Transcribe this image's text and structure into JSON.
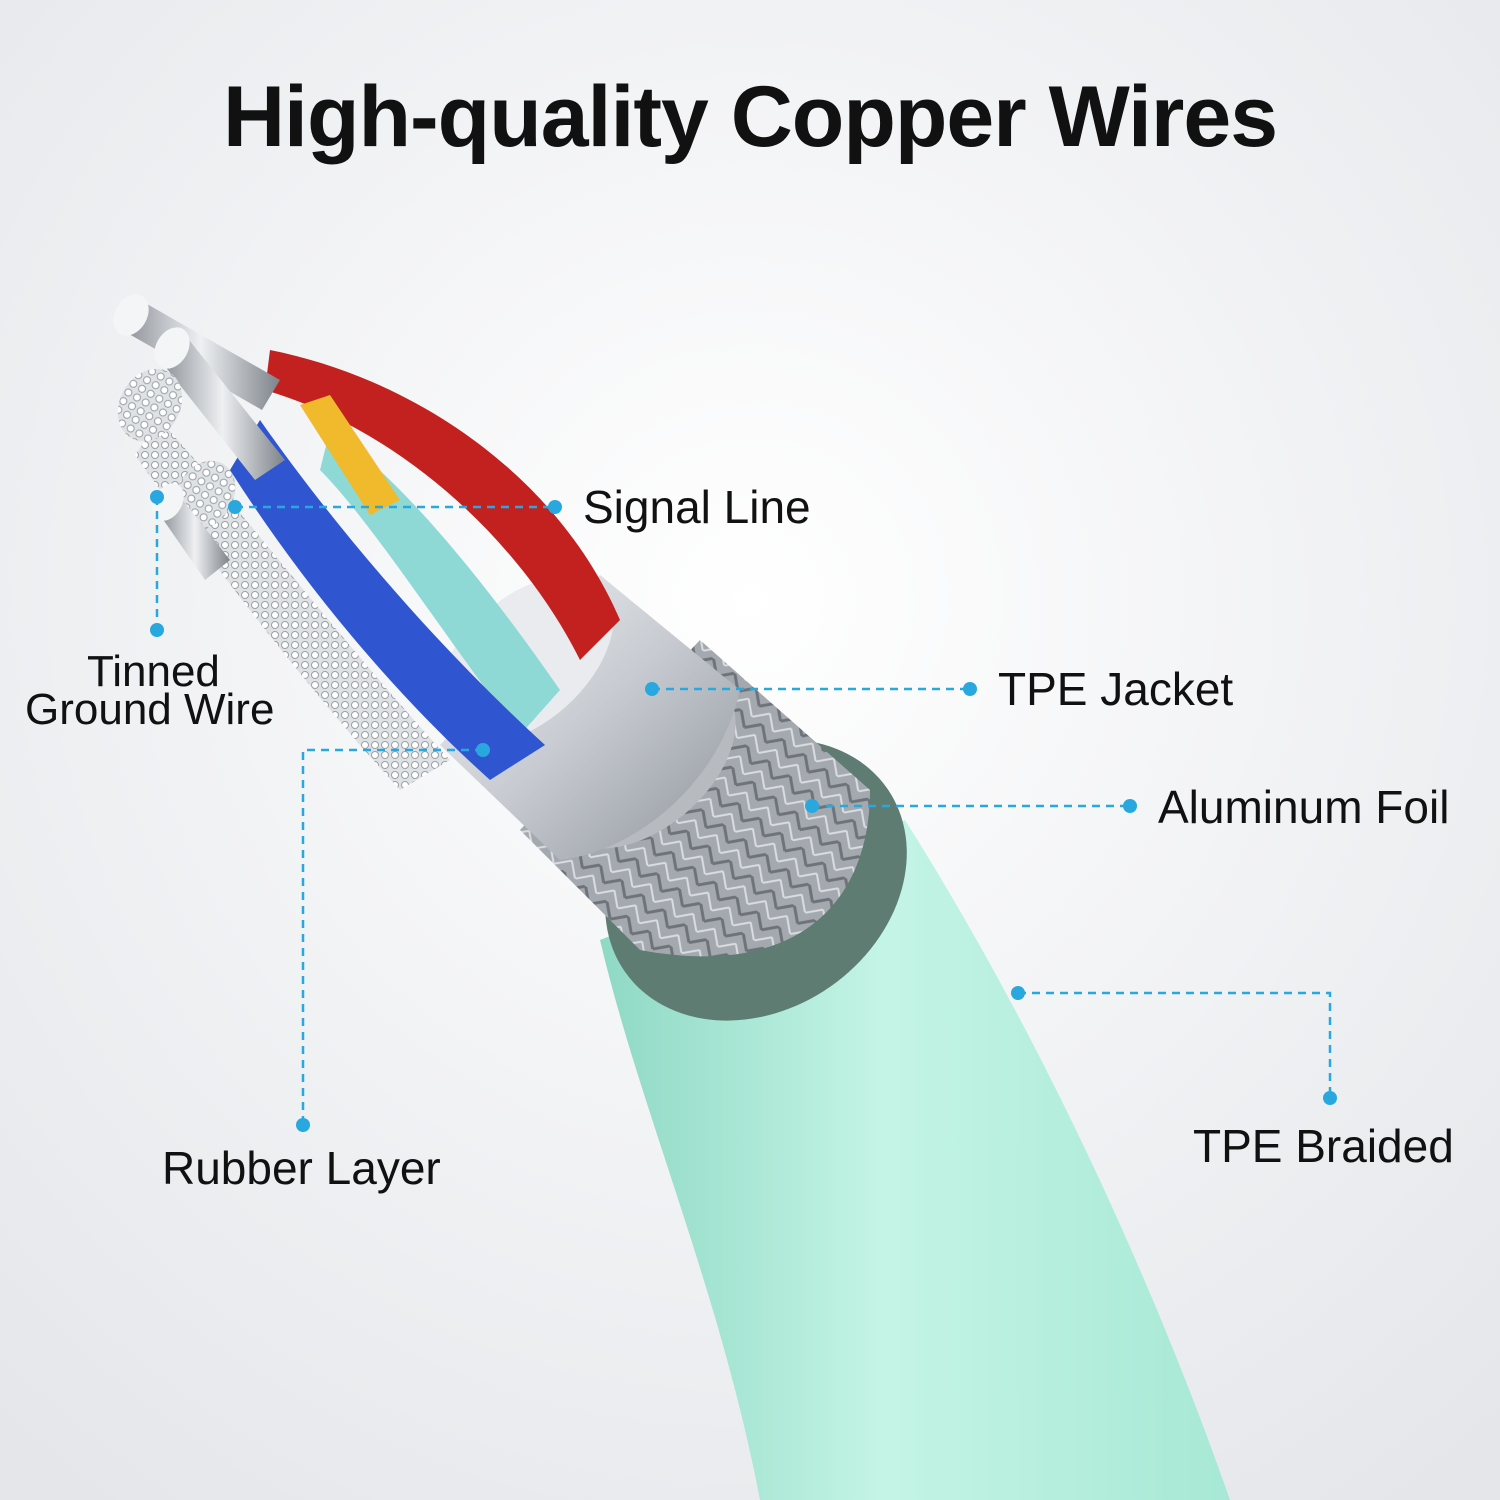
{
  "title": "High-quality Copper Wires",
  "colors": {
    "leader": "#29a8e0",
    "jacket": "#bdf0e0",
    "red_wire": "#c32020",
    "blue_wire": "#2f56d0",
    "cyan_wire": "#8ed9d6",
    "yellow_wire": "#f1b92c",
    "braid": "#9aa0a6",
    "foil": "#cfd3d8"
  },
  "labels": {
    "signal_line": "Signal Line",
    "tinned_ground_wire_1": "Tinned",
    "tinned_ground_wire_2": "Ground Wire",
    "tpe_jacket": "TPE Jacket",
    "aluminum_foil": "Aluminum Foil",
    "rubber_layer": "Rubber Layer",
    "tpe_braided": "TPE Braided"
  }
}
